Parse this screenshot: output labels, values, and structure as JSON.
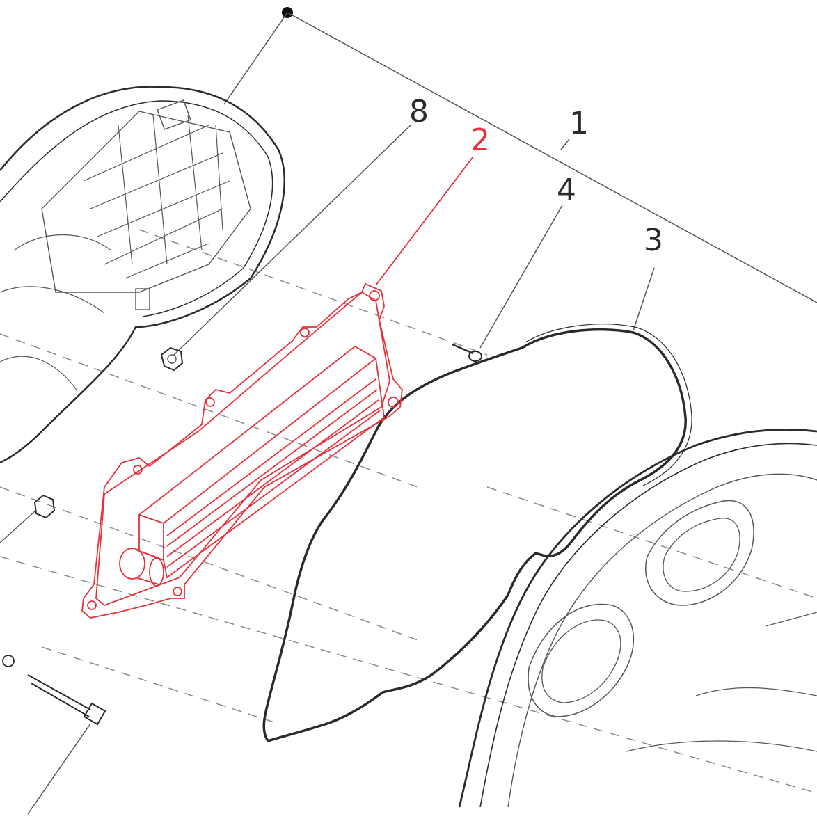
{
  "callouts": [
    {
      "id": "1",
      "label": "1",
      "highlighted": false
    },
    {
      "id": "2",
      "label": "2",
      "highlighted": true
    },
    {
      "id": "3",
      "label": "3",
      "highlighted": false
    },
    {
      "id": "4",
      "label": "4",
      "highlighted": false
    },
    {
      "id": "8",
      "label": "8",
      "highlighted": false
    }
  ],
  "colors": {
    "highlight": "#e8303a",
    "line": "#2a2a2a",
    "dashed": "#8a8a8a",
    "background": "#ffffff"
  }
}
